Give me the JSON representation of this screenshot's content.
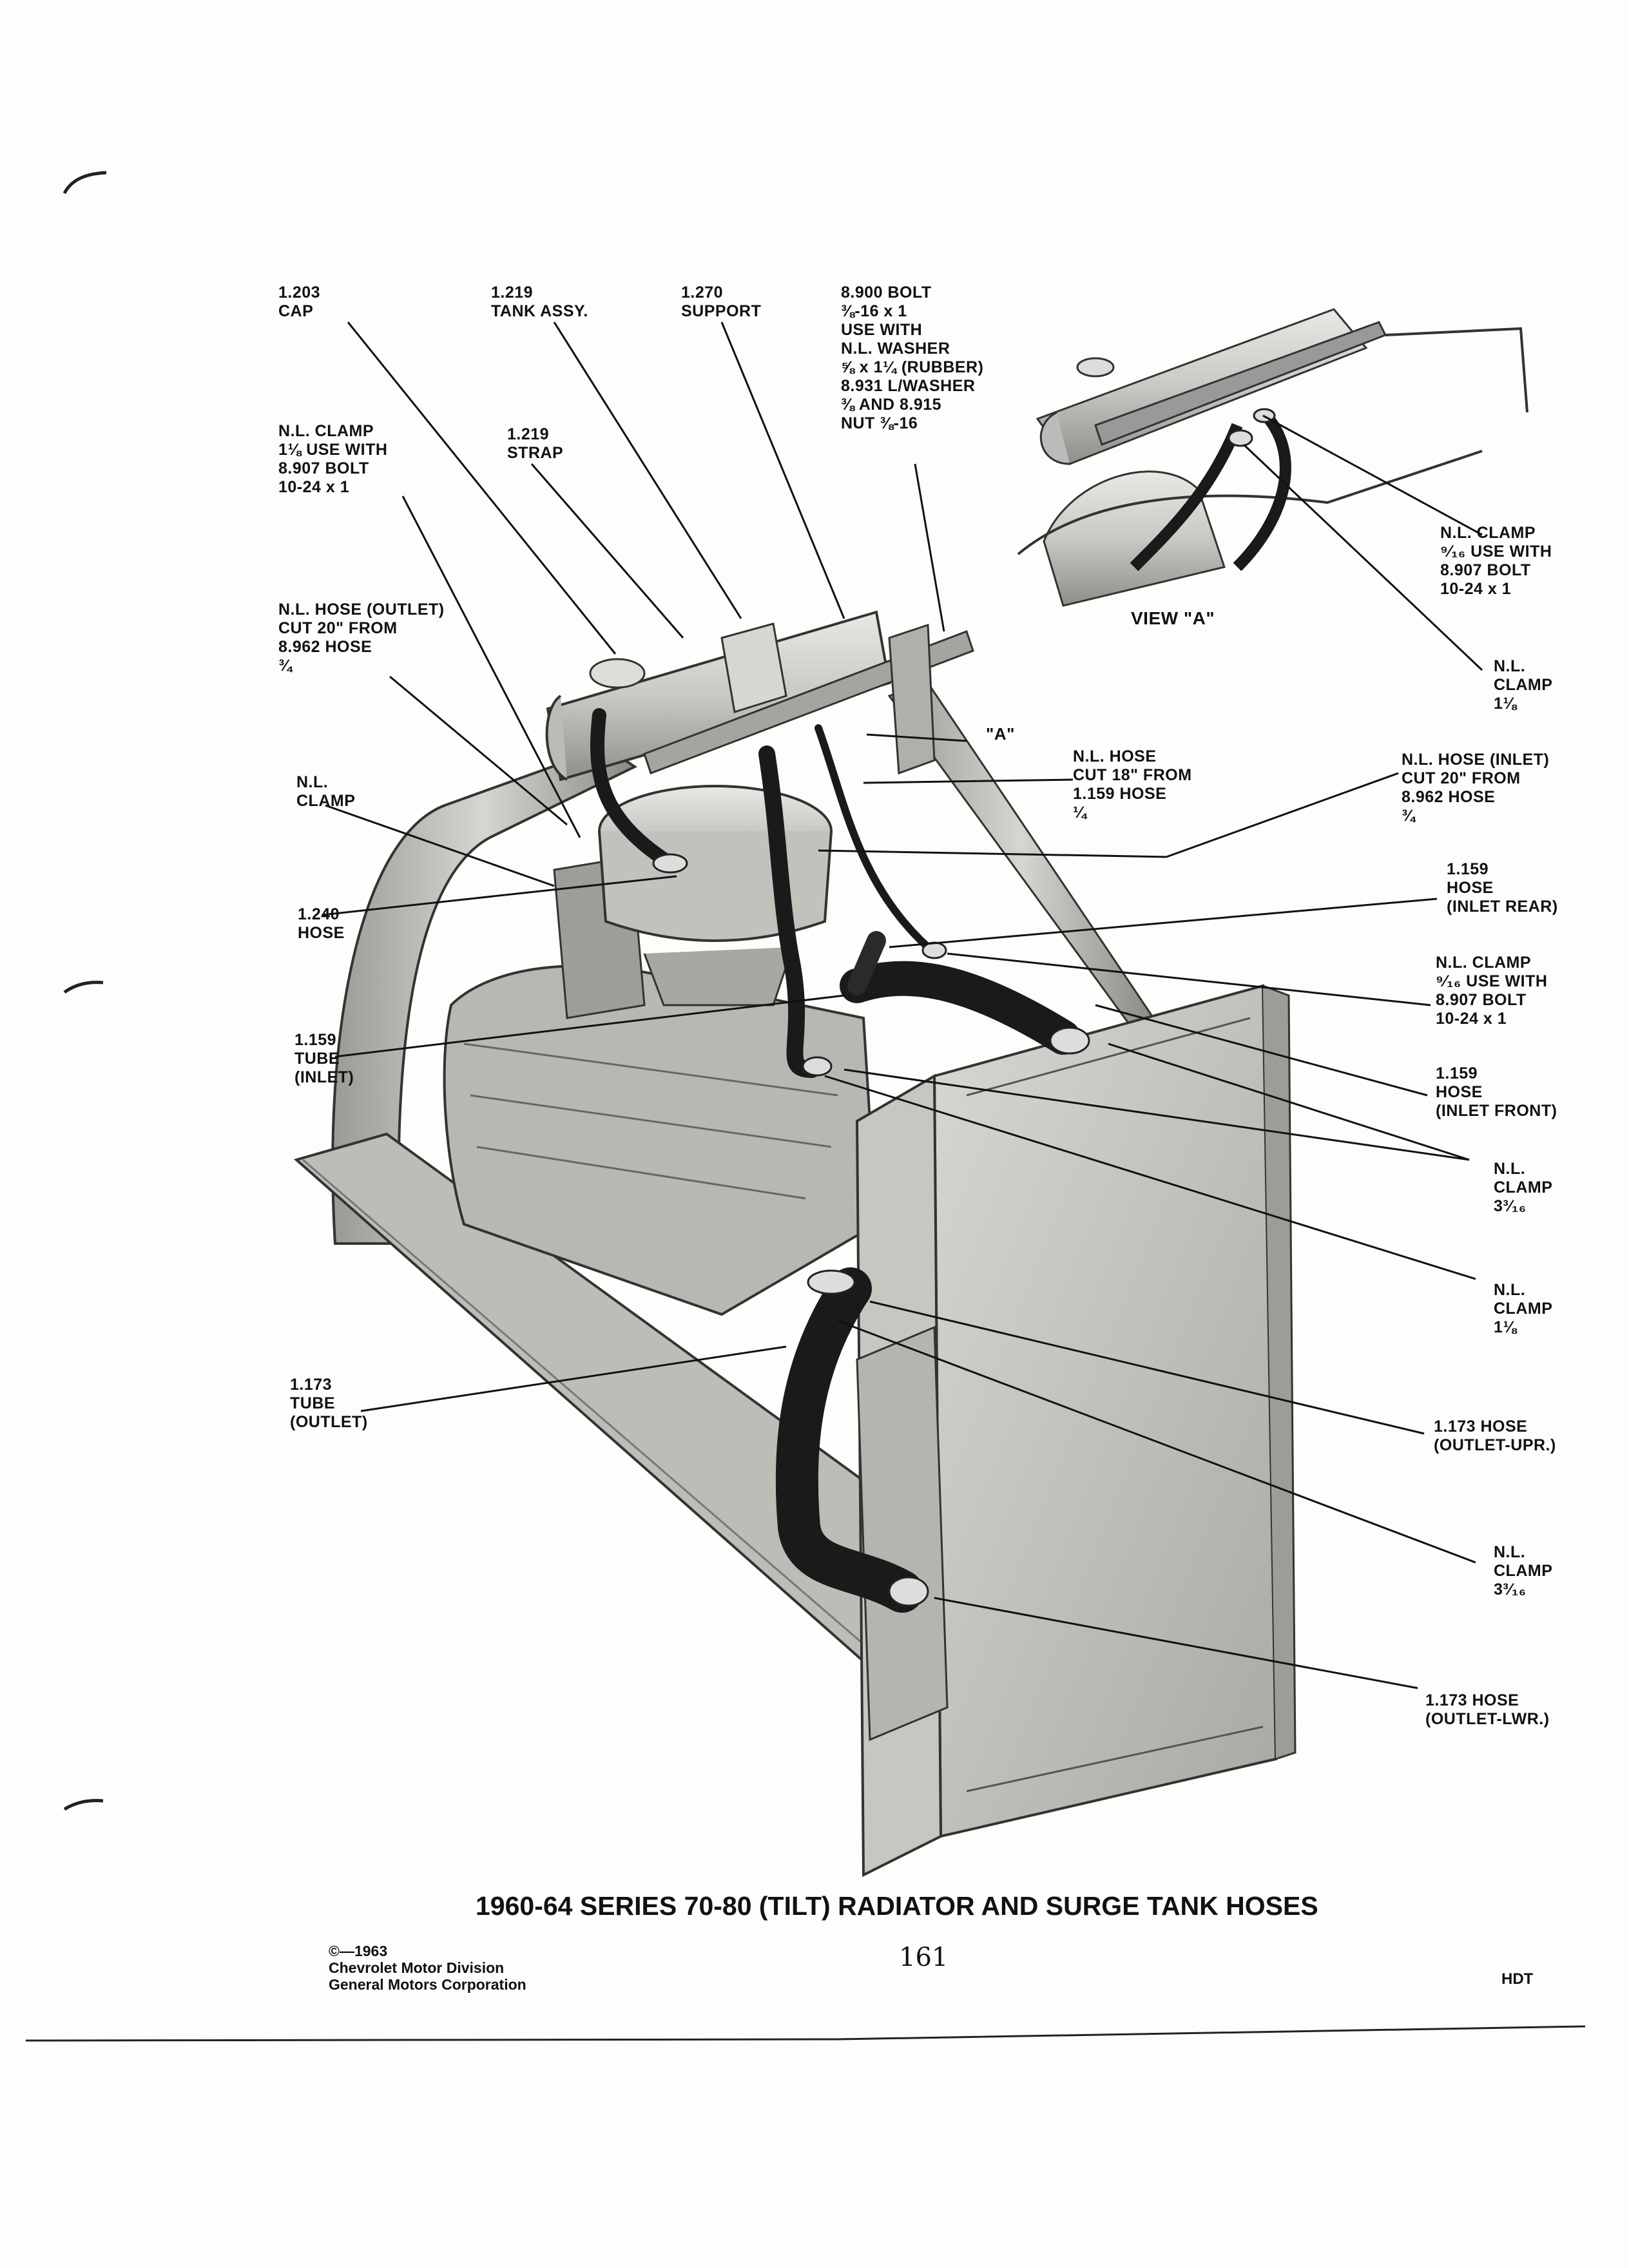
{
  "title": "1960-64 SERIES 70-80 (TILT) RADIATOR AND SURGE TANK HOSES",
  "page_number": "161",
  "copyright": {
    "line1": "©—1963",
    "line2": "Chevrolet Motor Division",
    "line3": "General Motors Corporation"
  },
  "section_code": "HDT",
  "view_label": "VIEW \"A\"",
  "view_marker": "\"A\"",
  "callouts": {
    "cap": "1.203\nCAP",
    "tank_assy": "1.219\nTANK ASSY.",
    "support": "1.270\nSUPPORT",
    "bolt": "8.900 BOLT\n⅜-16 x 1\nUSE WITH\nN.L. WASHER\n⅝ x 1¼ (RUBBER)\n8.931 L/WASHER\n⅜ AND 8.915\nNUT ⅜-16",
    "clamp_top_left": "N.L. CLAMP\n1⅛ USE WITH\n8.907 BOLT\n10-24 x 1",
    "strap": "1.219\nSTRAP",
    "hose_outlet_nl": "N.L. HOSE (OUTLET)\nCUT 20\" FROM\n8.962 HOSE\n¾",
    "clamp_left": "N.L.\nCLAMP",
    "hose_1240": "1.240\nHOSE",
    "tube_inlet": "1.159\nTUBE\n(INLET)",
    "tube_outlet": "1.173\nTUBE\n(OUTLET)",
    "view_clamp_9_16": "N.L. CLAMP\n⁹⁄₁₆ USE WITH\n8.907 BOLT\n10-24 x 1",
    "view_clamp_1_1_8": "N.L.\nCLAMP\n1⅛",
    "hose_cut_18": "N.L. HOSE\nCUT 18\" FROM\n1.159 HOSE\n¼",
    "hose_inlet_nl": "N.L. HOSE (INLET)\nCUT 20\" FROM\n8.962 HOSE\n¾",
    "hose_inlet_rear": "1.159\nHOSE\n(INLET REAR)",
    "clamp_9_16_right": "N.L. CLAMP\n⁹⁄₁₆ USE WITH\n8.907 BOLT\n10-24 x 1",
    "hose_inlet_front": "1.159\nHOSE\n(INLET FRONT)",
    "clamp_3_3_16_a": "N.L.\nCLAMP\n3³⁄₁₆",
    "clamp_1_1_8_right": "N.L.\nCLAMP\n1⅛",
    "hose_outlet_upr": "1.173 HOSE\n(OUTLET-UPR.)",
    "clamp_3_3_16_b": "N.L.\nCLAMP\n3³⁄₁₆",
    "hose_outlet_lwr": "1.173 HOSE\n(OUTLET-LWR.)"
  }
}
